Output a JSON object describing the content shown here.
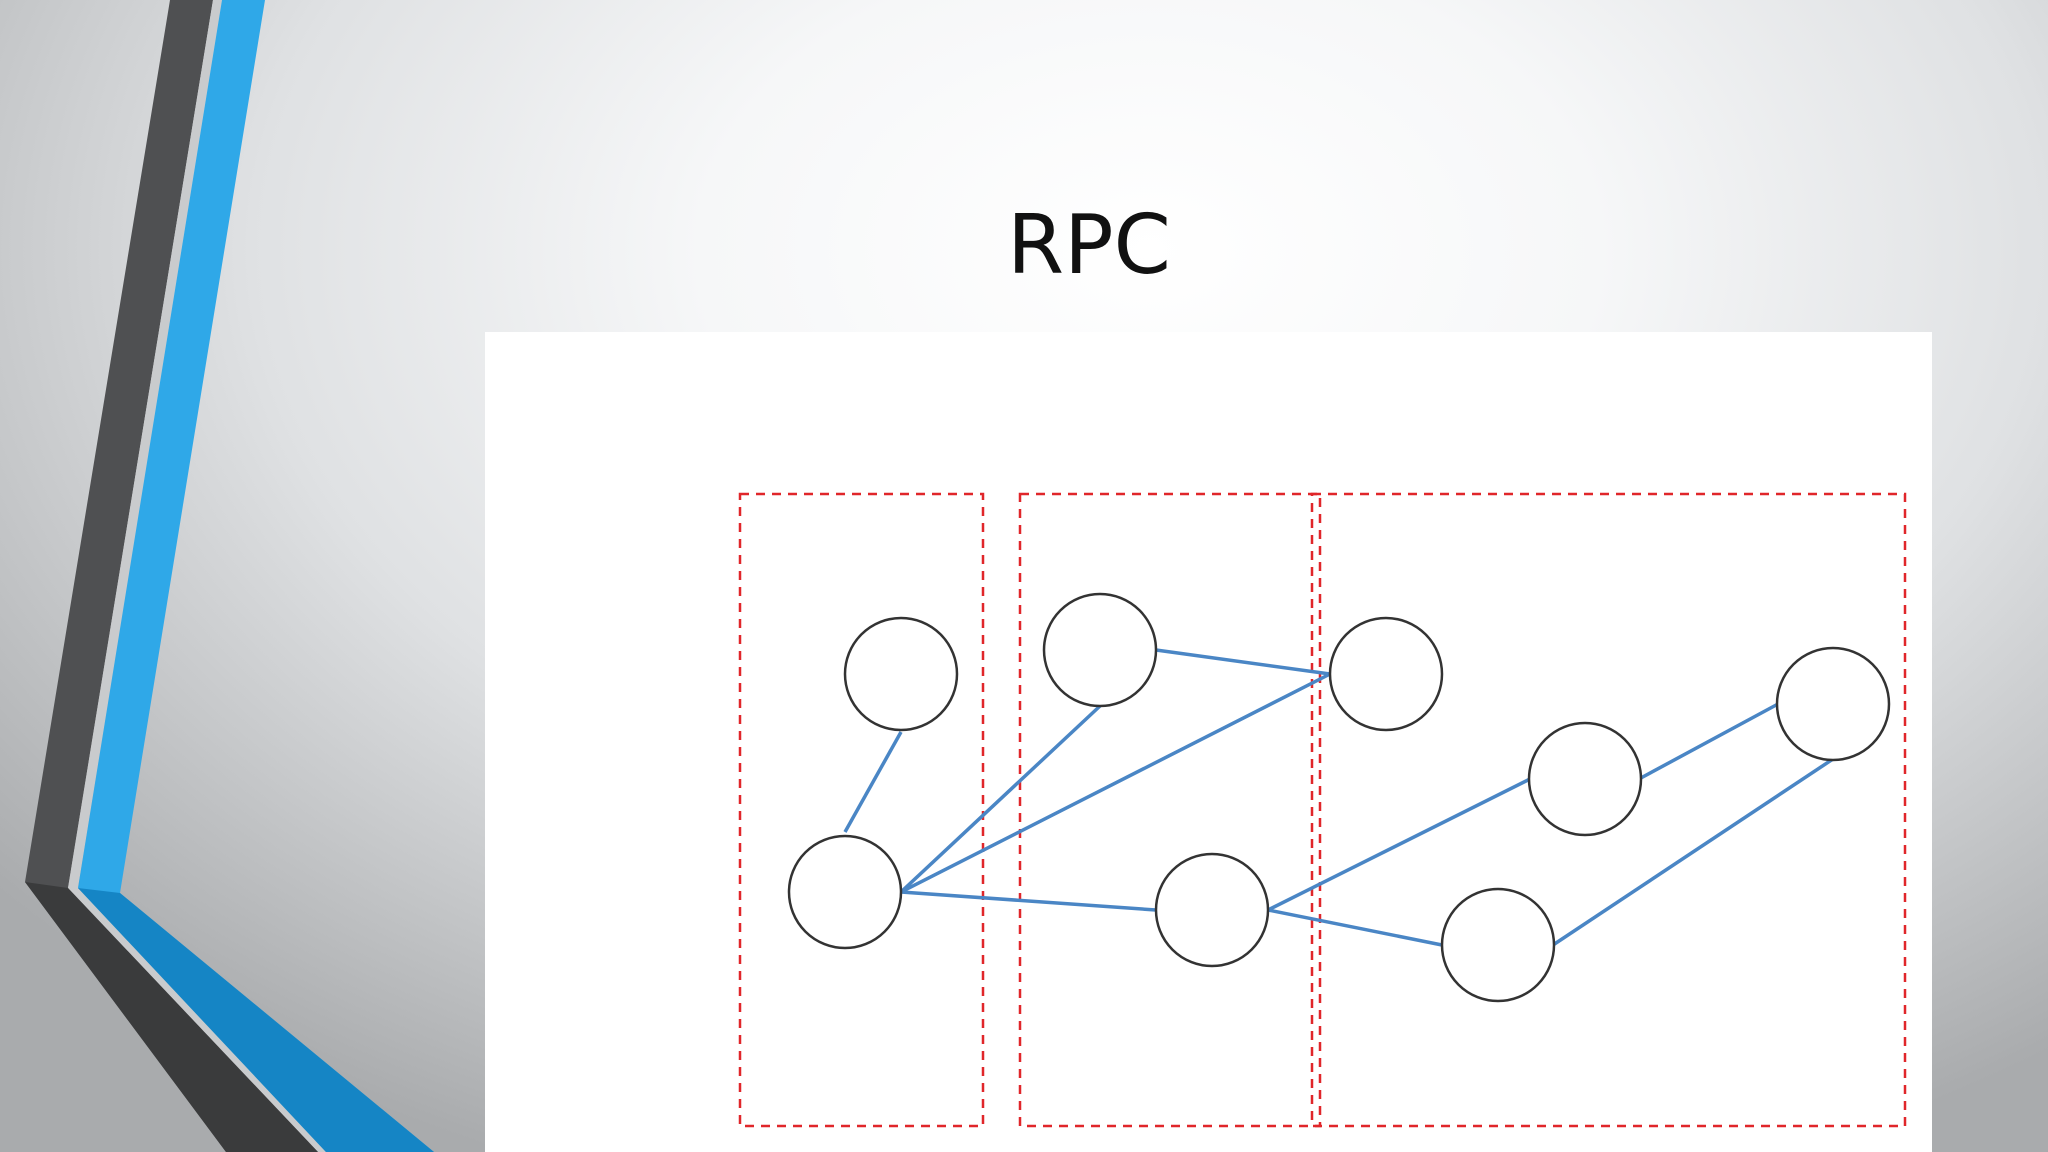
{
  "slide": {
    "title": "RPC"
  },
  "colors": {
    "accent_blue": "#2fa8e8",
    "accent_blue_dark": "#1585c5",
    "dark_bar": "#4f5052",
    "partition_border": "#e0262a",
    "edge": "#4a86c5",
    "node_stroke": "#333333"
  },
  "diagram": {
    "partitions": [
      {
        "id": "partition-1"
      },
      {
        "id": "partition-2"
      },
      {
        "id": "partition-3"
      }
    ],
    "nodes": [
      {
        "id": "n1",
        "partition": 1
      },
      {
        "id": "n2",
        "partition": 1
      },
      {
        "id": "n3",
        "partition": 2
      },
      {
        "id": "n4",
        "partition": 2
      },
      {
        "id": "n5",
        "partition": 3
      },
      {
        "id": "n6",
        "partition": 3
      },
      {
        "id": "n7",
        "partition": 3
      },
      {
        "id": "n8",
        "partition": 3
      }
    ],
    "edges": [
      [
        "n1",
        "n2"
      ],
      [
        "n2",
        "n3"
      ],
      [
        "n2",
        "n5"
      ],
      [
        "n3",
        "n5"
      ],
      [
        "n2",
        "n4"
      ],
      [
        "n4",
        "n6"
      ],
      [
        "n4",
        "n7"
      ],
      [
        "n6",
        "n8"
      ],
      [
        "n7",
        "n8"
      ]
    ]
  }
}
